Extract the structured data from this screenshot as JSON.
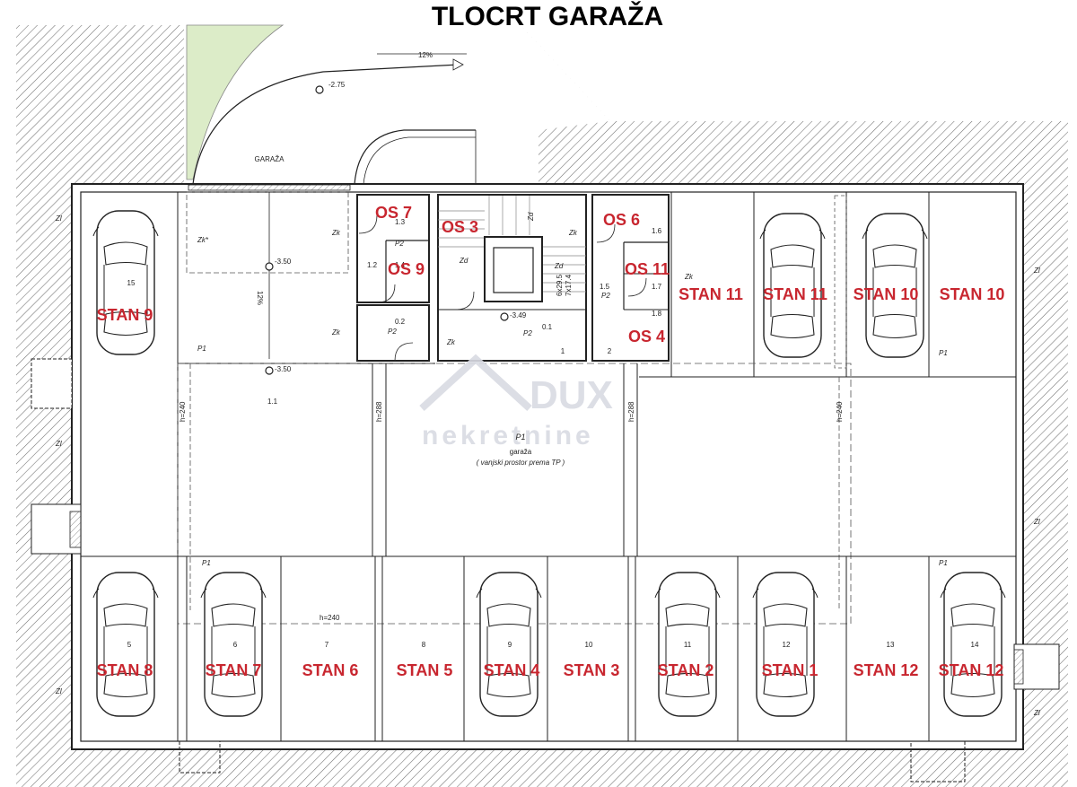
{
  "title": "TLOCRT GARAŽA",
  "garage_label": "GARAŽA",
  "slope_label": "12%",
  "levels": {
    "entry": "-2.75",
    "ramp": "-3.50",
    "floor": "-3.50",
    "stair": "-3.49"
  },
  "center": {
    "code": "P1",
    "name": "garaža",
    "note": "( vanjski prostor prema TP )"
  },
  "dim": {
    "h240": "h=240",
    "h288": "h=288",
    "stairs": "6x29.5",
    "stairs2": "7x17.4"
  },
  "wall_labels": {
    "zk": "Zk",
    "zd": "Zd",
    "zl": "Zl",
    "zkstar": "Zk*",
    "p1": "P1",
    "p2": "P2"
  },
  "room_codes": [
    "1.1",
    "1.2",
    "1.3",
    "0.1",
    "0.2",
    "1.5",
    "1.6",
    "1.7",
    "1.8",
    "1.4"
  ],
  "storage_labels": [
    "OS 7",
    "OS 3",
    "OS 9",
    "OS 6",
    "OS 11",
    "OS 4"
  ],
  "top_labels": [
    "STAN 11",
    "STAN 11",
    "STAN 10",
    "STAN 10"
  ],
  "left_label": "STAN 9",
  "bottom_labels": [
    "STAN 8",
    "STAN 7",
    "STAN 6",
    "STAN 5",
    "STAN 4",
    "STAN 3",
    "STAN 2",
    "STAN 1",
    "STAN 12",
    "STAN 12"
  ],
  "spot_numbers": [
    "15",
    "5",
    "6",
    "7",
    "8",
    "9",
    "10",
    "11",
    "12",
    "13",
    "14"
  ],
  "door_marks": [
    "1",
    "2"
  ],
  "watermark": {
    "brand": "DUX",
    "sub": "nekretnine"
  },
  "colors": {
    "label_red": "#c8262f",
    "lawn": "#dcecc8",
    "hatch": "#6f6f6f"
  }
}
